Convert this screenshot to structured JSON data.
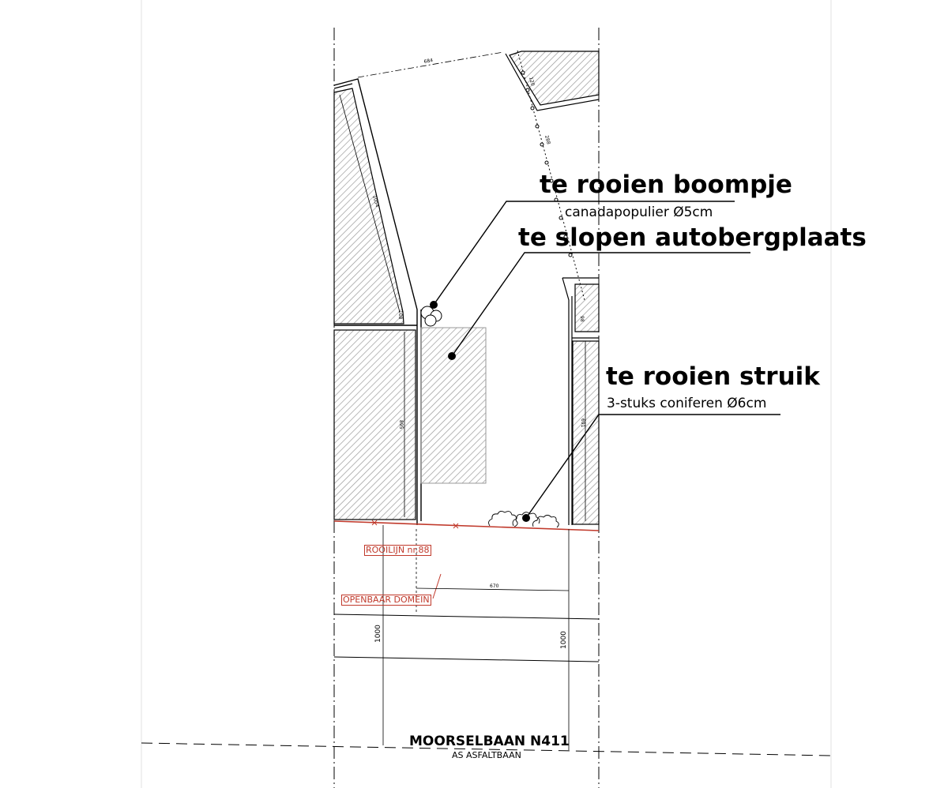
{
  "annotations": {
    "tree": {
      "title": "te rooien boompje",
      "subtitle": "canadapopulier Ø5cm"
    },
    "carport": {
      "title": "te slopen autobergplaats"
    },
    "shrub": {
      "title": "te rooien struik",
      "subtitle": "3-stuks coniferen Ø6cm"
    }
  },
  "boundaries": {
    "rooilijn": "ROOILIJN nr.88",
    "openbaar_domein": "OPENBAAR DOMEIN"
  },
  "road": {
    "name": "MOORSELBAAN N411",
    "note": "AS ASFALTBAAN"
  },
  "dimensions": {
    "top_width": "684",
    "right_slant_a": "120",
    "right_slant_b": "288",
    "left_long": "1054",
    "left_short": "108",
    "left_mid": "895",
    "right_short": "98",
    "right_mid": "691",
    "frontage": "670",
    "setback_left": "1000",
    "setback_right": "1000"
  },
  "colors": {
    "line": "#000000",
    "boundary": "#c0392b",
    "hatch": "#9a9a9a"
  }
}
